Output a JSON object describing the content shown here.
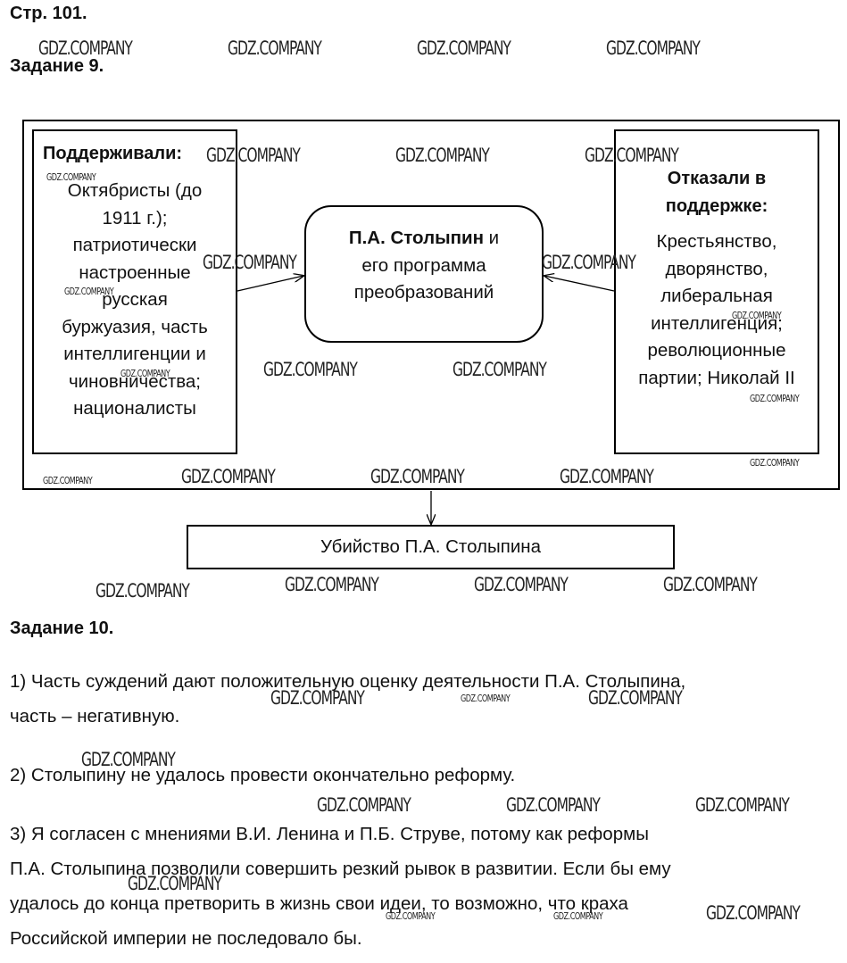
{
  "page_label": "Стр. 101.",
  "task9": {
    "title": "Задание 9.",
    "left_box": {
      "heading": "Поддерживали:",
      "lines": [
        "Октябристы (до",
        "1911 г.);",
        "патриотически",
        "настроенные",
        "русская",
        "буржуазия, часть",
        "интеллигенции и",
        "чиновничества;",
        "националисты"
      ]
    },
    "center_box": {
      "name_bold": "П.А. Столыпин",
      "line1_rest": " и",
      "line2": "его программа",
      "line3": "преобразований"
    },
    "right_box": {
      "heading_line1": "Отказали в",
      "heading_line2": "поддержке:",
      "lines": [
        "Крестьянство,",
        "дворянство,",
        "либеральная",
        "интеллигенция;",
        "революционные",
        "партии; Николай II"
      ]
    },
    "bottom_box": "Убийство П.А. Столыпина"
  },
  "task10": {
    "title": "Задание 10.",
    "answer1_line1": "1) Часть суждений дают положительную оценку деятельности П.А. Столыпина,",
    "answer1_line2": "часть – негативную.",
    "answer2": "2) Столыпину не удалось провести окончательно реформу.",
    "answer3_lines": [
      "3) Я согласен с мнениями В.И. Ленина и П.Б. Струве, потому как реформы",
      "П.А. Столыпина позволили совершить резкий рывок в развитии. Если бы ему",
      "удалось до конца претворить в жизнь свои идеи, то возможно, что краха",
      "Российской империи не последовало бы."
    ]
  },
  "watermark": "GDZ.COMPANY"
}
